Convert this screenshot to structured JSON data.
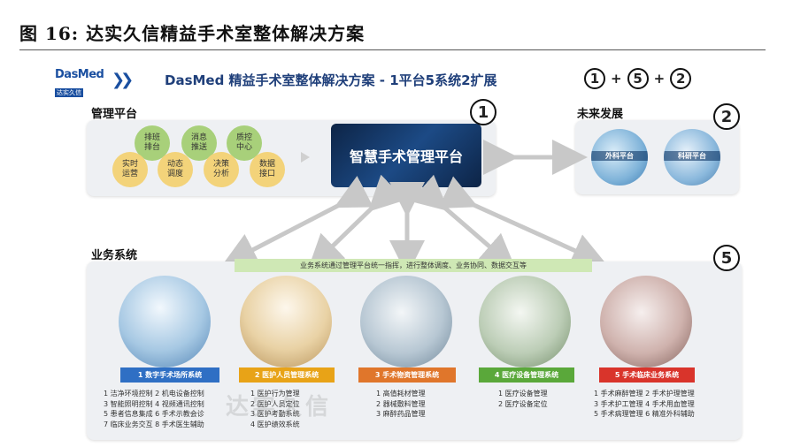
{
  "figure_title": "图 16: 达实久信精益手术室整体解决方案",
  "header": {
    "logo_text": "DasMed",
    "logo_sub": "达实久信",
    "chevrons": "❯❯",
    "banner": "DasMed 精益手术室整体解决方案 - 1平台5系统2扩展",
    "formula": [
      "1",
      "+",
      "5",
      "+",
      "2"
    ]
  },
  "management": {
    "label": "管理平台",
    "bubbles": [
      {
        "text": "排班\n排台",
        "color": "green"
      },
      {
        "text": "消息\n推送",
        "color": "green"
      },
      {
        "text": "质控\n中心",
        "color": "green"
      },
      {
        "text": "实时\n运营",
        "color": "yellow"
      },
      {
        "text": "动态\n调度",
        "color": "yellow"
      },
      {
        "text": "决策\n分析",
        "color": "yellow"
      },
      {
        "text": "数据\n接口",
        "color": "yellow"
      }
    ],
    "core": "智慧手术管理平台",
    "badge": "1"
  },
  "future": {
    "label": "未来发展",
    "badge": "2",
    "items": [
      "外科平台",
      "科研平台"
    ]
  },
  "business": {
    "label": "业务系统",
    "badge": "5",
    "strip": "业务系统通过管理平台统一指挥，进行整体调度、业务协同、数据交互等",
    "systems": [
      {
        "tag": "1 数字手术场所系统",
        "color": "#2f6fc4",
        "items": [
          "1 洁净环境控制 2 机电设备控制",
          "3 智能照明控制 4 视频通讯控制",
          "5 患者信息集成 6 手术示教会诊",
          "7 临床业务交互 8 手术医生辅助"
        ]
      },
      {
        "tag": "2 医护人员管理系统",
        "color": "#e8a317",
        "items": [
          "1 医护行为管理",
          "2 医护人员定位",
          "3 医护考勤系统",
          "4 医护绩效系统"
        ]
      },
      {
        "tag": "3 手术物资管理系统",
        "color": "#e0762b",
        "items": [
          "1 高值耗材管理",
          "2 器械敷料管理",
          "3 麻醉药品管理"
        ]
      },
      {
        "tag": "4 医疗设备管理系统",
        "color": "#5aa83a",
        "items": [
          "1 医疗设备管理",
          "2 医疗设备定位"
        ]
      },
      {
        "tag": "5 手术临床业务系统",
        "color": "#d9342b",
        "items": [
          "1 手术麻醉管理 2 手术护理管理",
          "3 手术护工管理 4 手术用血管理",
          "5 手术病理管理 6 精准外科辅助"
        ]
      }
    ]
  },
  "watermark": "达实久信"
}
